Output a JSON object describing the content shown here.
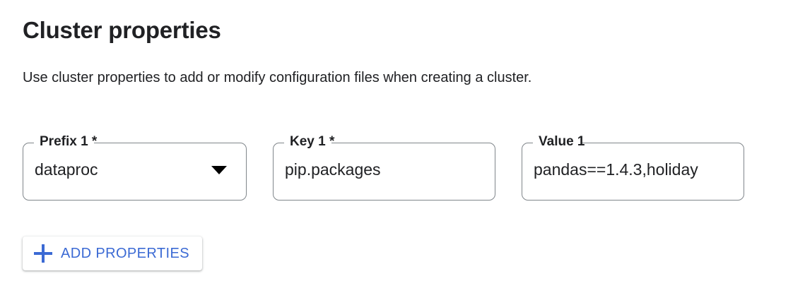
{
  "section": {
    "title": "Cluster properties",
    "description": "Use cluster properties to add or modify configuration files when creating a cluster."
  },
  "colors": {
    "accent_blue": "#3b6ad4",
    "text_primary": "#202124",
    "field_border": "#80868b",
    "page_background": "#ffffff"
  },
  "property_rows": [
    {
      "prefix": {
        "label": "Prefix 1 *",
        "value": "dataproc",
        "control": "select",
        "required": true,
        "icon": "chevron-down-icon"
      },
      "key": {
        "label": "Key 1 *",
        "value": "pip.packages",
        "control": "text",
        "required": true
      },
      "value": {
        "label": "Value 1",
        "value": "pandas==1.4.3,holiday",
        "control": "text",
        "required": false,
        "truncated": true
      }
    }
  ],
  "actions": {
    "add_properties": {
      "label": "ADD PROPERTIES",
      "icon": "plus-icon"
    }
  }
}
